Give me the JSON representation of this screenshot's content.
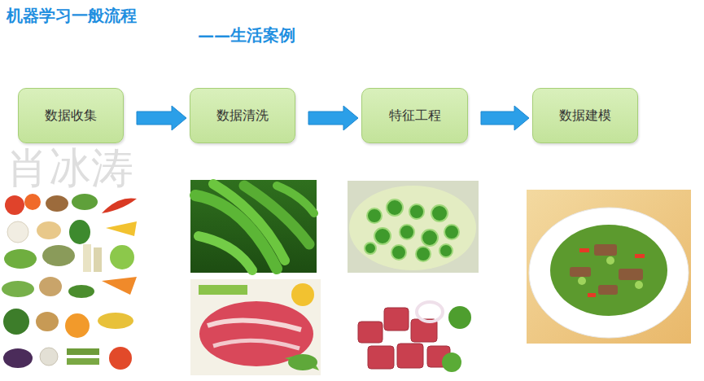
{
  "diagram": {
    "title": "机器学习一般流程",
    "nodes": [
      {
        "text": [
          "数据收集"
        ]
      },
      {
        "text": [
          "数据清洗"
        ]
      },
      {
        "text": [
          "特征工程"
        ]
      },
      {
        "text": [
          "数据建模"
        ]
      }
    ],
    "edges": [
      {
        "from": 0,
        "to": 1,
        "arrow": "to"
      },
      {
        "from": 1,
        "to": 2,
        "arrow": "to"
      },
      {
        "from": 2,
        "to": 3,
        "arrow": "to"
      }
    ],
    "labels": [
      "——生活案例",
      "肖冰涛"
    ]
  }
}
